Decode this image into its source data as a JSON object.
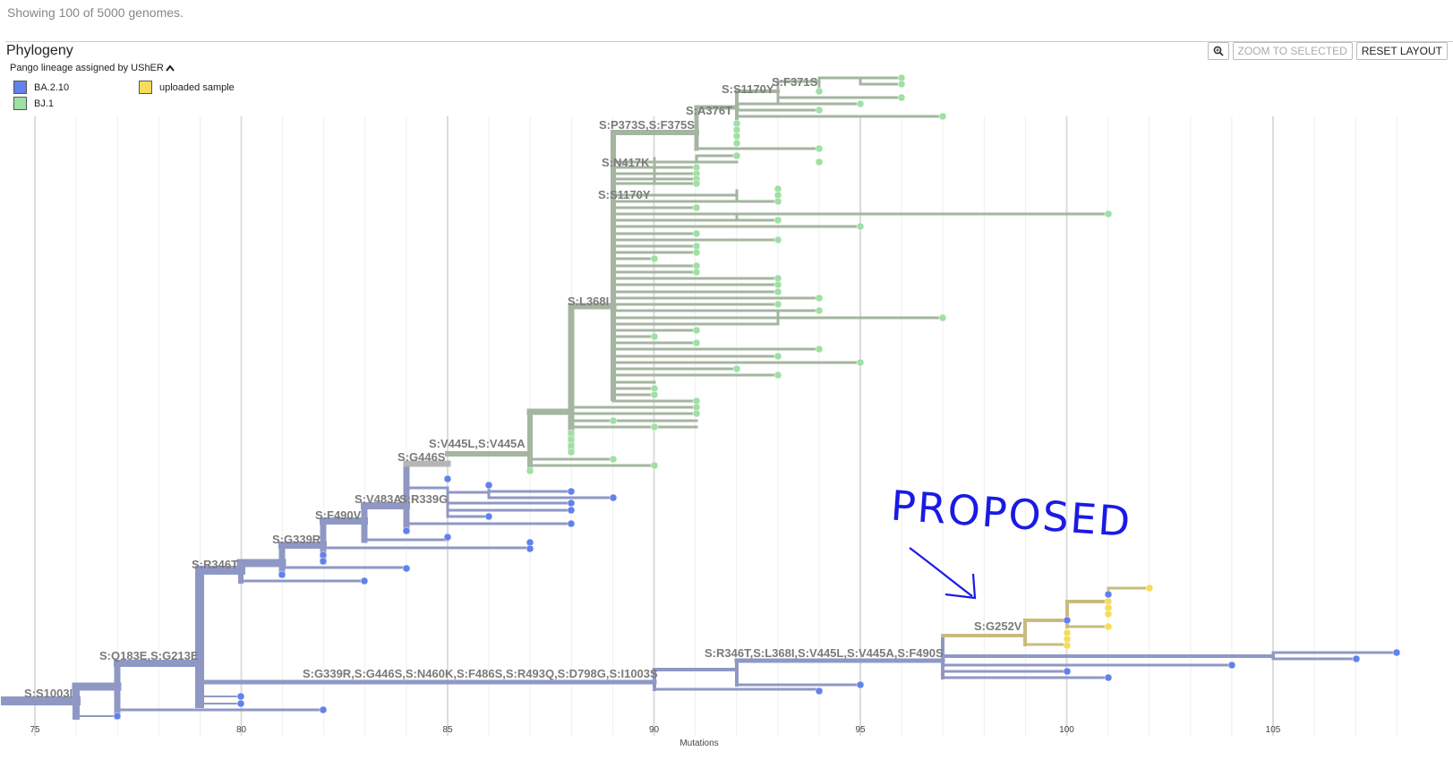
{
  "status": "Showing 100 of 5000 genomes.",
  "panel": {
    "title": "Phylogeny"
  },
  "toolbar": {
    "search_icon": "magnifier-icon",
    "zoom_label": "ZOOM TO SELECTED",
    "reset_label": "RESET LAYOUT"
  },
  "legend": {
    "title": "Pango lineage assigned by UShER",
    "collapse_icon": "chevron-up-icon",
    "items": [
      {
        "label": "BA.2.10",
        "color": "#6181ec"
      },
      {
        "label": "uploaded sample",
        "color": "#f7dc5c"
      },
      {
        "label": "BJ.1",
        "color": "#9fe0a4"
      }
    ]
  },
  "colors": {
    "blue_branch": "#8f98c4",
    "green_branch": "#a4b5a0",
    "gold_branch": "#c9bb80",
    "gray_branch": "#b5b5b5",
    "blue_tip": "#6181ec",
    "green_tip": "#9fe0a4",
    "gold_tip": "#f7dc5c"
  },
  "axis": {
    "title": "Mutations",
    "ticks": [
      "75",
      "80",
      "85",
      "90",
      "95",
      "100",
      "105"
    ]
  },
  "mutation_labels": [
    "S:F371S",
    "S:S1170Y",
    "S:A376T",
    "S:P373S,S:F375S",
    "S:N417K",
    "S:S1170Y",
    "S:L368I",
    "S:V445L,S:V445A",
    "S:G446S",
    "S:V483A",
    "S:R339G",
    "S:F490V",
    "S:G339R",
    "S:R346T",
    "S:Q183E,S:G213E",
    "S:S1003I",
    "S:G339R,S:G446S,S:N460K,S:F486S,S:R493Q,S:D798G,S:I1003S",
    "S:R346T,S:L368I,S:V445L,S:V445A,S:F490S",
    "S:G252V"
  ],
  "annotation": {
    "handwritten_text": "PROPOSED"
  }
}
